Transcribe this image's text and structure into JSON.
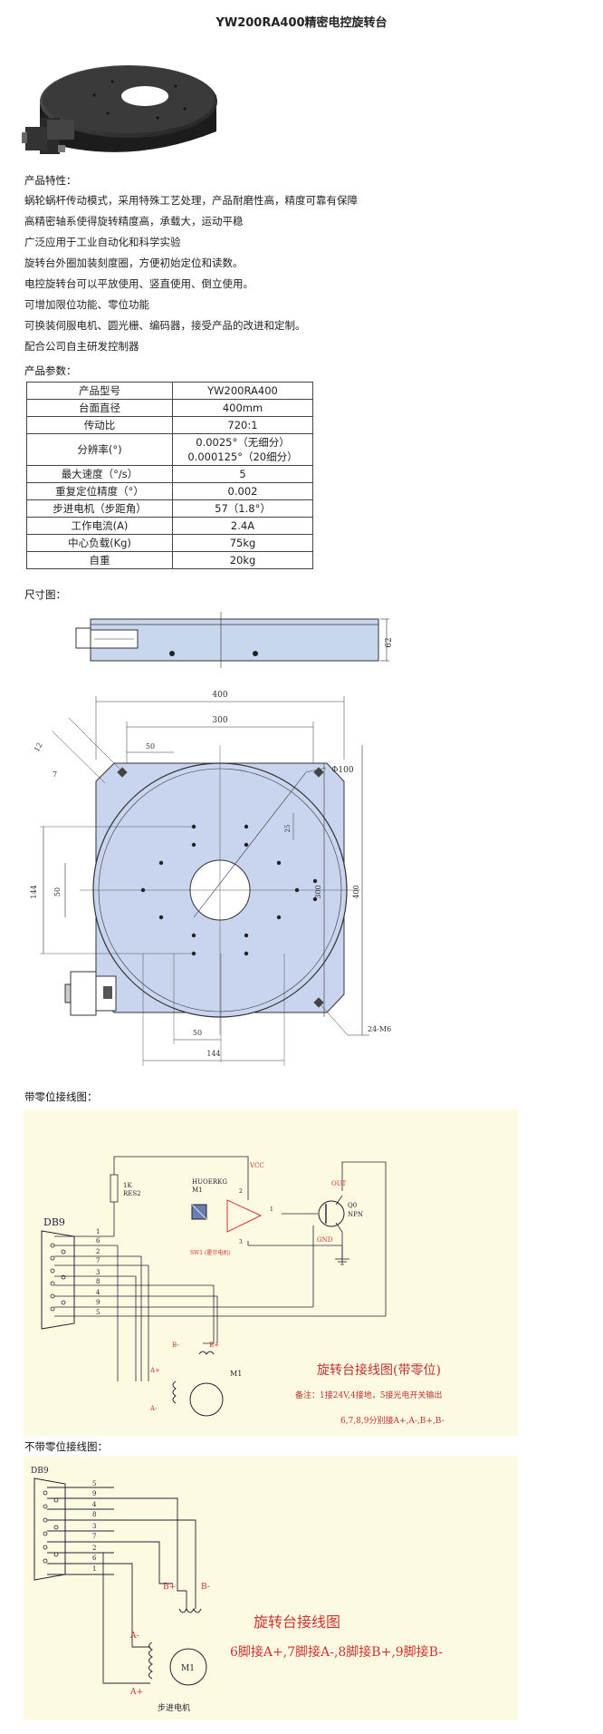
{
  "page_title": "YW200RA400精密电控旋转台",
  "features_heading": "产品特性：",
  "features": [
    "蜗轮蜗杆传动模式，采用特殊工艺处理，产品耐磨性高，精度可靠有保障",
    "高精密轴系使得旋转精度高，承载大，运动平稳",
    "广泛应用于工业自动化和科学实验",
    "旋转台外圈加装刻度圈，方便初始定位和读数。",
    "电控旋转台可以平放使用、竖直使用、倒立使用。",
    "可增加限位功能、零位功能",
    "可换装伺服电机、圆光栅、编码器，接受产品的改进和定制。",
    "配合公司自主研发控制器"
  ],
  "params_heading": "产品参数：",
  "specs": [
    {
      "k": "产品型号",
      "v": "YW200RA400"
    },
    {
      "k": "台面直径",
      "v": "400mm"
    },
    {
      "k": "传动比",
      "v": "720:1"
    },
    {
      "k": "分辨率(°)",
      "v": "0.0025°（无细分）",
      "v2": "0.000125°（20细分）"
    },
    {
      "k": "最大速度（°/s）",
      "v": "5"
    },
    {
      "k": "重复定位精度（°）",
      "v": "0.002"
    },
    {
      "k": "步进电机（步距角）",
      "v": "57（1.8°）"
    },
    {
      "k": "工作电流(A)",
      "v": "2.4A"
    },
    {
      "k": "中心负载(Kg)",
      "v": "75kg"
    },
    {
      "k": "自重",
      "v": "20kg"
    }
  ],
  "dim_heading": "尺寸图：",
  "dims": {
    "height": "62",
    "overall": "400",
    "inner": "300",
    "offset": "50",
    "dia": "Φ100",
    "chamfer_a": "12",
    "chamfer_b": "7",
    "left_a": "144",
    "left_b": "50",
    "right_a": "300",
    "right_b": "400",
    "bottom_a": "50",
    "bottom_b": "144",
    "small_a": "25",
    "thread": "24-M6"
  },
  "wiring_zero_heading": "带零位接线图：",
  "wiring_zero": {
    "db9": "DB9",
    "sensor_name": "HUOERKG",
    "sensor_ref": "M1",
    "vcc": "VCC",
    "pin2": "2",
    "pin1": "1",
    "pin3": "3",
    "gnd": "GND",
    "out": "OUT",
    "q0": "Q0",
    "npn": "NPN",
    "sw_label": "SW1 (霍尔电机)",
    "res_value": "1K",
    "res_name": "RES2",
    "pins": [
      "1",
      "6",
      "2",
      "7",
      "3",
      "8",
      "4",
      "9",
      "5"
    ],
    "b_minus": "B-",
    "b_plus": "B+",
    "a_plus": "A+",
    "a_minus": "A-",
    "motor": "M1",
    "caption": "旋转台接线图(带零位)",
    "note1": "备注：1接24V,4接地，5接光电开关输出",
    "note2": "6,7,8,9分别接A+,A-,B+,B-"
  },
  "wiring_nozero_heading": "不带零位接线图：",
  "wiring_nozero": {
    "db9": "DB9",
    "pins": [
      "5",
      "9",
      "4",
      "8",
      "3",
      "7",
      "2",
      "6",
      "1"
    ],
    "b_plus": "B+",
    "b_minus": "B-",
    "a_minus": "A-",
    "a_plus": "A+",
    "motor": "M1",
    "motor_label": "步进电机",
    "caption": "旋转台接线图",
    "note": "6脚接A+,7脚接A-,8脚接B+,9脚接B-"
  }
}
